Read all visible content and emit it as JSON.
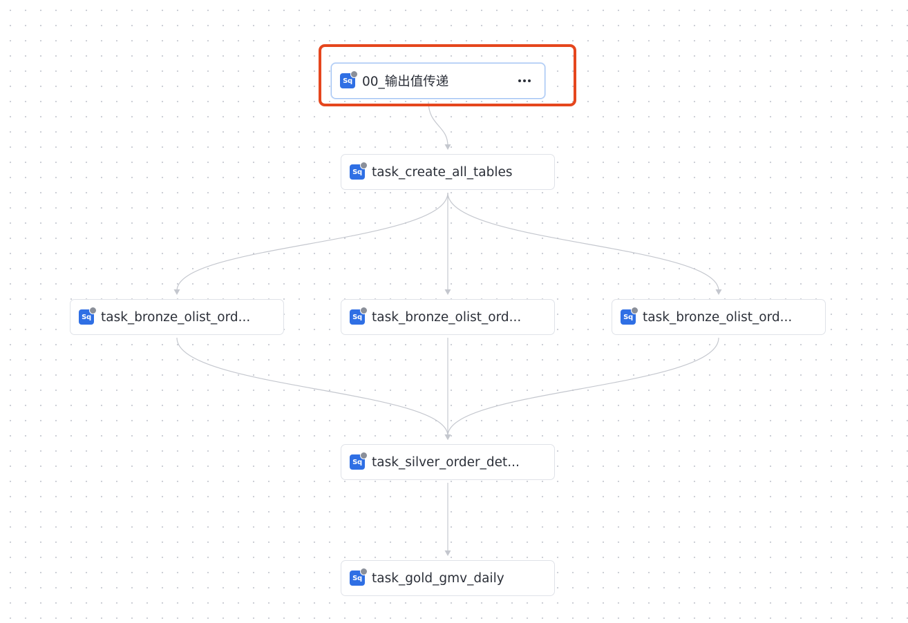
{
  "canvas": {
    "edge_color": "#c4c7ce",
    "icon_color": "#2f6fe4",
    "highlight_color": "#e5461d"
  },
  "nodes": [
    {
      "id": "n0",
      "icon": "sq-icon",
      "icon_text": "Sq",
      "label": "00_输出值传递",
      "selected": true
    },
    {
      "id": "n1",
      "icon": "sq-icon",
      "icon_text": "Sq",
      "label": "task_create_all_tables",
      "selected": false
    },
    {
      "id": "n2",
      "icon": "sq-icon",
      "icon_text": "Sq",
      "label": "task_bronze_olist_ord...",
      "selected": false
    },
    {
      "id": "n3",
      "icon": "sq-icon",
      "icon_text": "Sq",
      "label": "task_bronze_olist_ord...",
      "selected": false
    },
    {
      "id": "n4",
      "icon": "sq-icon",
      "icon_text": "Sq",
      "label": "task_bronze_olist_ord...",
      "selected": false
    },
    {
      "id": "n5",
      "icon": "sq-icon",
      "icon_text": "Sq",
      "label": "task_silver_order_det...",
      "selected": false
    },
    {
      "id": "n6",
      "icon": "sq-icon",
      "icon_text": "Sq",
      "label": "task_gold_gmv_daily",
      "selected": false
    }
  ],
  "edges": [
    [
      "n0",
      "n1"
    ],
    [
      "n1",
      "n2"
    ],
    [
      "n1",
      "n3"
    ],
    [
      "n1",
      "n4"
    ],
    [
      "n2",
      "n5"
    ],
    [
      "n3",
      "n5"
    ],
    [
      "n4",
      "n5"
    ],
    [
      "n5",
      "n6"
    ]
  ],
  "more_menu_icon": "more-horizontal-icon"
}
